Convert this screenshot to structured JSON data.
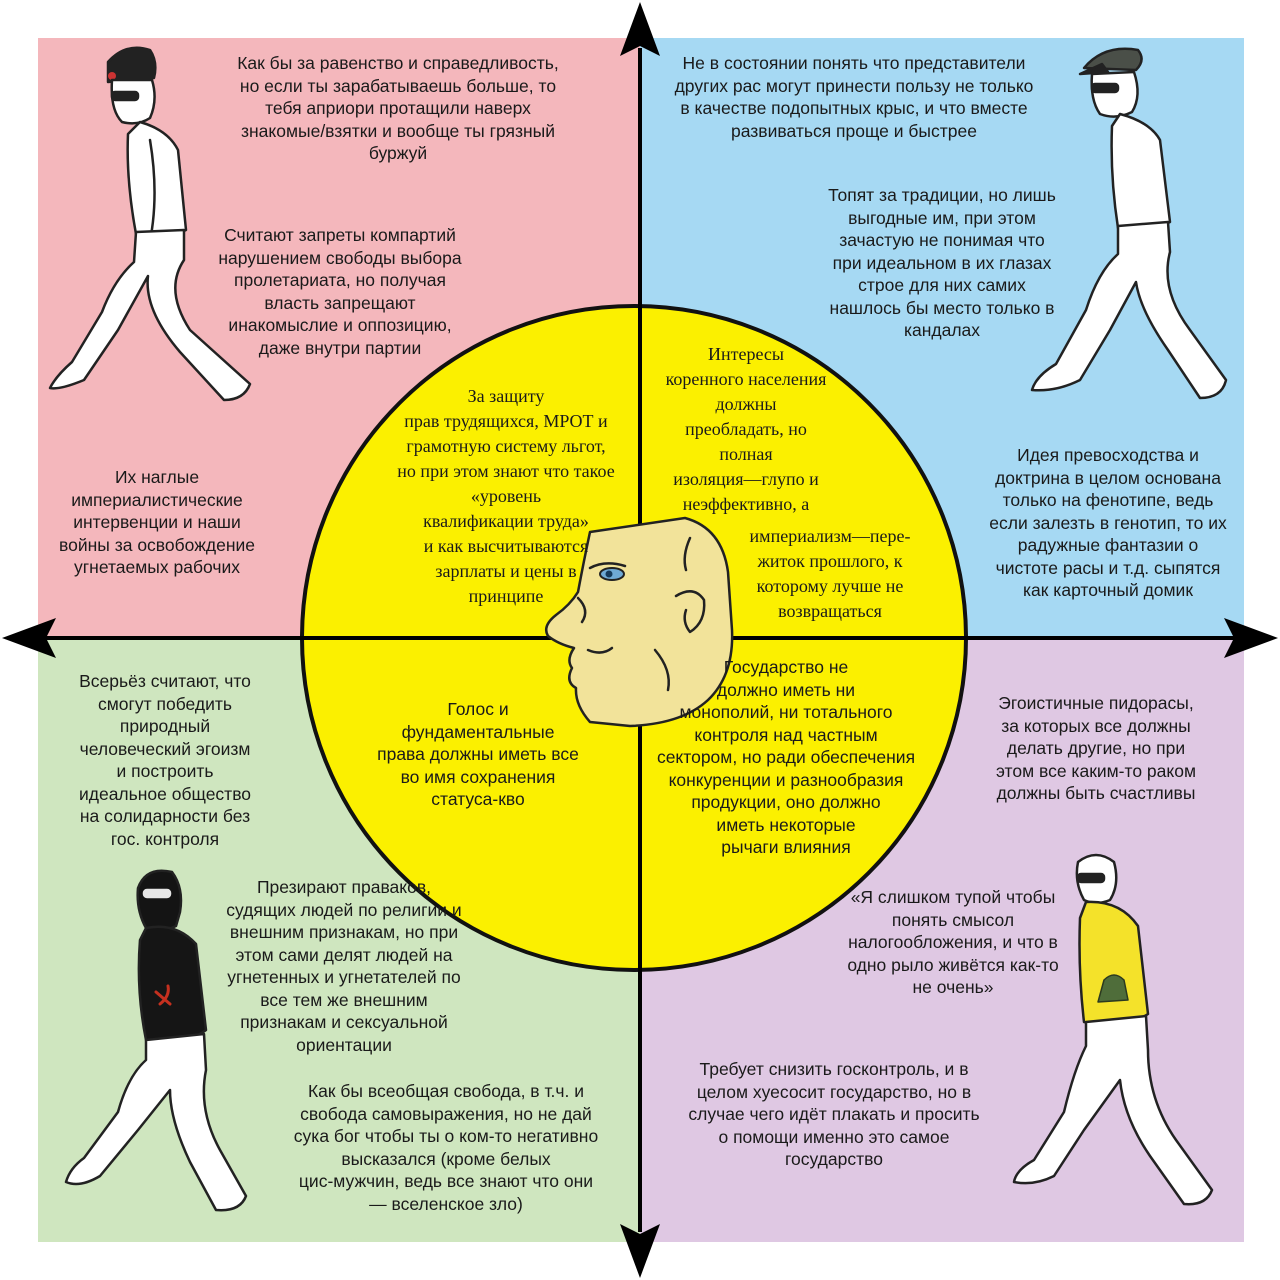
{
  "colors": {
    "top_left": "#f4b7bc",
    "top_right": "#a6d9f3",
    "bottom_left": "#cfe6bf",
    "bottom_right": "#dfc8e3",
    "center_circle": "#fbf000"
  },
  "icons": {
    "top_left_figure": "walking-man-ushanka-icon",
    "top_right_figure": "walking-man-peaked-cap-icon",
    "bottom_left_figure": "walking-man-balaclava-hammer-sickle-icon",
    "bottom_right_figure": "walking-man-yellow-sweater-icon",
    "center": "nordic-gamer-head-icon"
  },
  "quadrants": {
    "top_left": {
      "text_1": "Как бы за равенство и справедливость,\nно если ты зарабатываешь больше, то\nтебя априори протащили наверх\nзнакомые/взятки и вообще ты грязный\nбуржуй",
      "text_2": "Считают запреты компартий\nнарушением свободы выбора\nпролетариата, но получая\nвласть запрещают\nинакомыслие и оппозицию,\nдаже внутри партии",
      "text_3": "Их наглые\nимпериалистические\nинтервенции и наши\nвойны за освобождение\nугнетаемых рабочих"
    },
    "top_right": {
      "text_1": "Не в состоянии понять что представители\nдругих рас могут принести пользу не только\nв качестве подопытных крыс, и что вместе\nразвиваться проще и быстрее",
      "text_2": "Топят за традиции, но лишь\nвыгодные им, при этом\nзачастую не понимая что\nпри идеальном в их глазах\nстрое для них самих\nнашлось бы место только в\nкандалах",
      "text_3": "Идея превосходства и\nдоктрина в целом основана\nтолько на фенотипе, ведь\nесли залезть в генотип, то их\nрадужные фантазии о\nчистоте расы и т.д. сыпятся\nкак карточный домик"
    },
    "bottom_left": {
      "text_1": "Всерьёз считают, что\nсмогут победить\nприродный\nчеловеческий эгоизм\nи построить\nидеальное общество\nна солидарности без\nгос. контроля",
      "text_2": "Презирают праваков,\nсудящих людей по религии и\nвнешним признакам, но при\nэтом сами делят людей на\nугнетенных и угнетателей по\nвсе тем же внешним\nпризнакам и сексуальной\nориентации",
      "text_3": "Как бы всеобщая свобода, в т.ч. и\nсвобода самовыражения, но не дай\nсука бог чтобы ты о ком-то негативно\nвысказался (кроме белых\nцис-мужчин, ведь все знают что они\n— вселенское зло)"
    },
    "bottom_right": {
      "text_1": "Эгоистичные пидорасы,\nза которых все должны\nделать другие, но при\nэтом все каким-то раком\nдолжны быть счастливы",
      "text_2": "«Я слишком тупой чтобы\nпонять смысол\nналогообложения, и что в\nодно рыло живётся как-то\nне очень»",
      "text_3": "Требует снизить госконтроль, и в\nцелом хуесосит государство, но в\nслучае чего идёт плакать и просить\nо помощи именно это самое\nгосударство"
    }
  },
  "center": {
    "top_left": "За защиту\nправ трудящихся, МРОТ и\nграмотную систему льгот,\nно при этом знают что такое\n«уровень\nквалификации труда»\nи как высчитываются\nзарплаты и цены в\nпринципе",
    "top_right_a": "Интересы\nкоренного населения\nдолжны\nпреобладать, но\nполная\nизоляция—глупо и\nнеэффективно, а",
    "top_right_b": "империализм—пере-\nжиток прошлого, к\nкоторому лучше не\nвозвращаться",
    "bottom_left": "Голос и\nфундаментальные\nправа должны иметь все\nво имя сохранения\nстатуса-кво",
    "bottom_right": "Государство не\nдолжно иметь ни\nмонополий, ни тотального\nконтроля над частным\nсектором, но ради обеспечения\nконкуренции и разнообразия\nпродукции, оно должно\nиметь некоторые\nрычаги влияния"
  }
}
